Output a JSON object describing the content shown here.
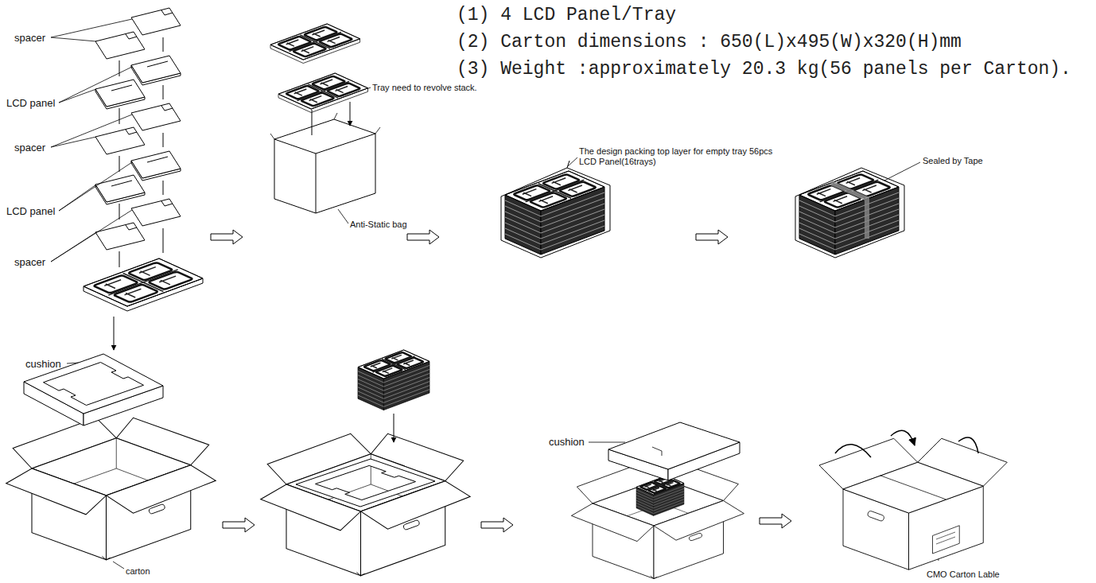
{
  "diagram": {
    "labels": [
      "(1) 4 LCD Panel/Tray",
      "(2) Carton dimensions : 650(L)x495(W)x320(H)mm",
      "(3) Weight :approximately 20.3 kg(56 panels per Carton).",
      "spacer",
      "LCD panel",
      "spacer",
      "LCD panel",
      "spacer",
      "Tray need to revolve stack.",
      "Anti-Static bag",
      "The design packing top layer for empty tray 56pcs LCD Panel(16trays)",
      "Sealed by Tape",
      "cushion",
      "cushion",
      "carton",
      "CMO Carton Lable"
    ]
  }
}
